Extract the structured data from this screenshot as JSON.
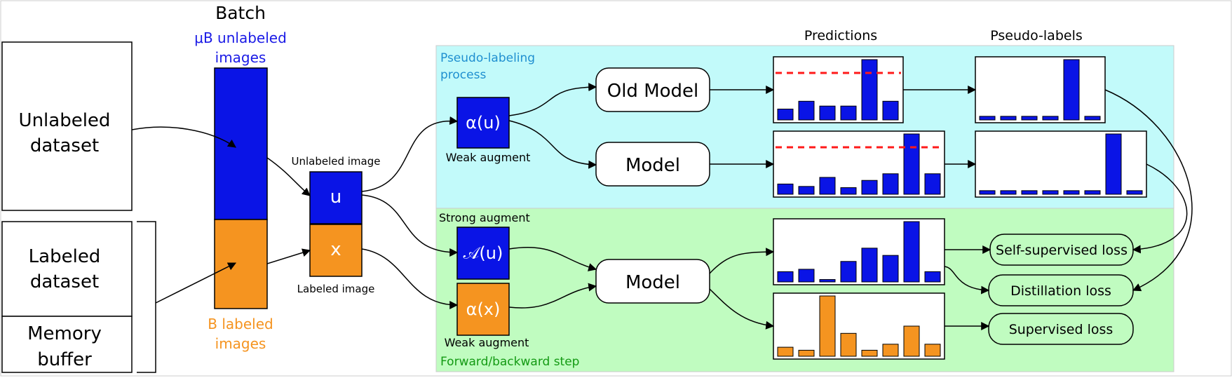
{
  "labels": {
    "batch": "Batch",
    "unlabeled_count_line1": "μB unlabeled",
    "unlabeled_count_line2": "images",
    "labeled_count_line1": "B labeled",
    "labeled_count_line2": "images",
    "unlabeled_dataset_line1": "Unlabeled",
    "unlabeled_dataset_line2": "dataset",
    "labeled_dataset_line1": "Labeled",
    "labeled_dataset_line2": "dataset",
    "memory_buffer_line1": "Memory",
    "memory_buffer_line2": "buffer",
    "unlabeled_image": "Unlabeled image",
    "labeled_image": "Labeled image",
    "u": "u",
    "x": "x",
    "pseudo_process_line1": "Pseudo-labeling",
    "pseudo_process_line2": "process",
    "weak_aug_u": "α(u)",
    "weak_augment_top": "Weak augment",
    "old_model": "Old Model",
    "model_top": "Model",
    "predictions": "Predictions",
    "pseudo_labels": "Pseudo-labels",
    "strong_augment": "Strong augment",
    "strong_aug_u": "𝒜(u)",
    "weak_aug_x": "α(x)",
    "weak_augment_bottom": "Weak augment",
    "model_bottom": "Model",
    "forward_backward": "Forward/backward step",
    "self_supervised_loss": "Self-supervised loss",
    "distillation_loss": "Distillation loss",
    "supervised_loss": "Supervised loss"
  },
  "colors": {
    "blue": "#0a14e6",
    "orange": "#f59420",
    "cyan_panel": "#c2fafa",
    "green_panel": "#c0fcc0",
    "threshold": "#ff1a1a",
    "blue_text": "#1a1ae6",
    "orange_text": "#f59420",
    "process_text": "#1f8fd0",
    "green_text": "#139a13"
  },
  "histograms": {
    "old_model_predictions": [
      0.18,
      0.31,
      0.23,
      0.23,
      1.0,
      0.31
    ],
    "old_model_pseudo_labels": [
      0.06,
      0.06,
      0.06,
      0.06,
      1.0,
      0.06
    ],
    "model_predictions": [
      0.17,
      0.13,
      0.28,
      0.11,
      0.23,
      0.34,
      1.0,
      0.34
    ],
    "model_pseudo_labels": [
      0.06,
      0.06,
      0.06,
      0.06,
      0.06,
      0.06,
      1.0,
      0.06
    ],
    "strong_predictions": [
      0.17,
      0.21,
      0.04,
      0.34,
      0.56,
      0.44,
      1.0,
      0.17
    ],
    "supervised_predictions": [
      0.15,
      0.1,
      1.0,
      0.38,
      0.1,
      0.2,
      0.5,
      0.2
    ]
  }
}
